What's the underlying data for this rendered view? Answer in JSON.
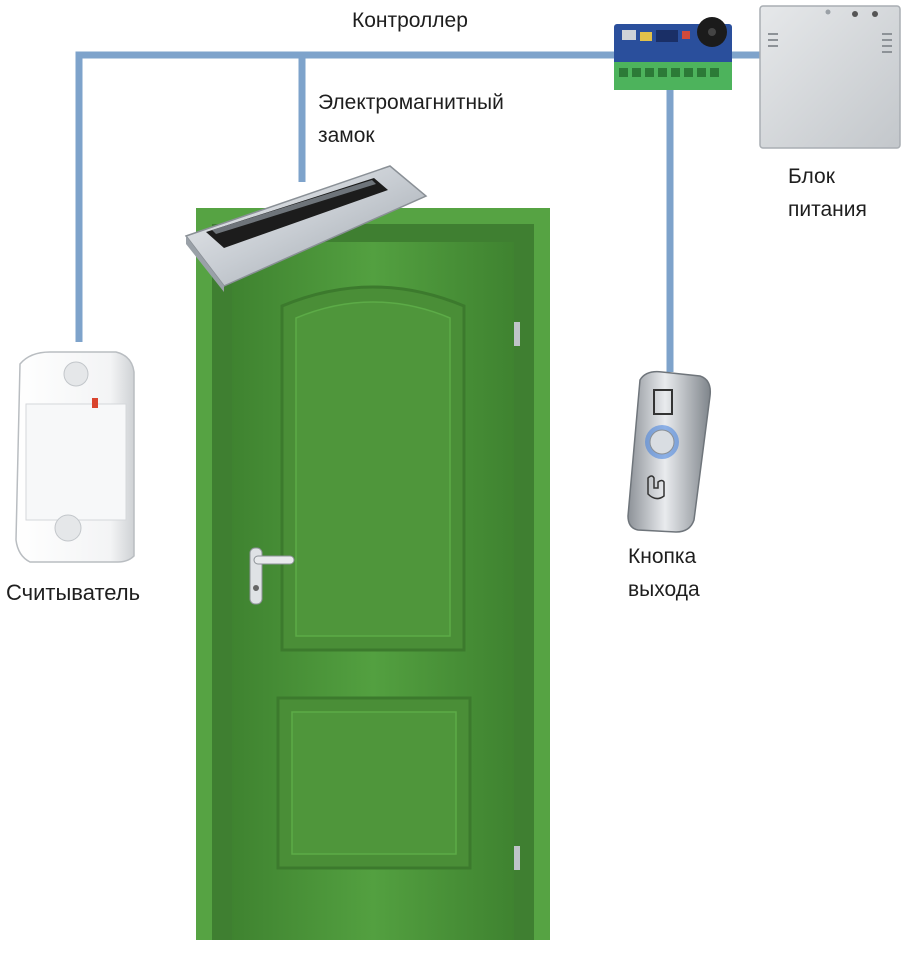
{
  "labels": {
    "controller": "Контроллер",
    "lock": [
      "Электромагнитный",
      "замок"
    ],
    "power_supply": [
      "Блок",
      "питания"
    ],
    "reader": "Считыватель",
    "exit_button": [
      "Кнопка",
      "выхода"
    ]
  },
  "colors": {
    "wire": "#7ea3cb",
    "door": "#4f963b",
    "door_frame": "#56a343",
    "door_panel": "#4a8e37",
    "metal": "#c9ced4",
    "pcb": "#2a4f9c",
    "terminal": "#4db35c"
  },
  "icons": [
    "controller-board-icon",
    "power-supply-icon",
    "magnetic-lock-icon",
    "card-reader-icon",
    "exit-button-icon",
    "door-icon"
  ]
}
